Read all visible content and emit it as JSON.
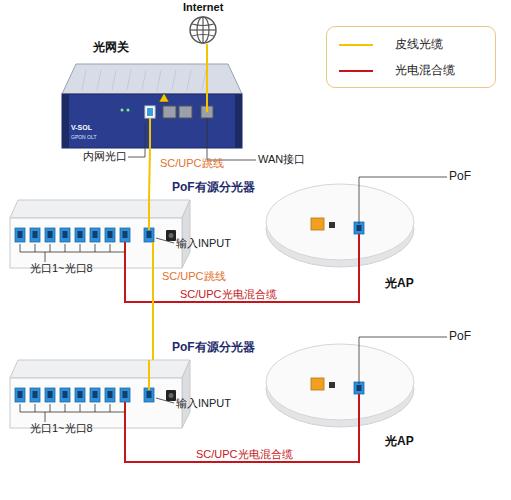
{
  "diagram": {
    "nodes": [
      {
        "text": [
          "Internet"
        ]
      },
      {
        "text": [
          "光网关"
        ]
      },
      {
        "text": [
          "PoF有源分光器"
        ]
      },
      {
        "text": [
          "光AP"
        ]
      },
      {
        "text": [
          "PoF有源分光器"
        ]
      },
      {
        "text": [
          "光AP"
        ]
      }
    ],
    "edges": [
      {
        "from": 0,
        "to": 1,
        "arrow": "none"
      },
      {
        "from": 1,
        "to": 2,
        "label": "SC/UPC跳线",
        "arrow": "none"
      },
      {
        "from": 2,
        "to": 3,
        "label": "SC/UPC光电混合缆",
        "arrow": "none"
      },
      {
        "from": 2,
        "to": 4,
        "label": "SC/UPC跳线",
        "arrow": "none"
      },
      {
        "from": 4,
        "to": 5,
        "label": "SC/UPC光电混合缆",
        "arrow": "none"
      }
    ],
    "labels": [
      "V-SOL",
      "GPON OLT",
      "内网光口",
      "WAN接口",
      "PoF",
      "输入INPUT",
      "光口1~光口8",
      "PoF",
      "输入INPUT",
      "光口1~光口8"
    ],
    "legend": [
      {
        "text": "皮线光缆"
      },
      {
        "text": "光电混合缆"
      }
    ]
  }
}
